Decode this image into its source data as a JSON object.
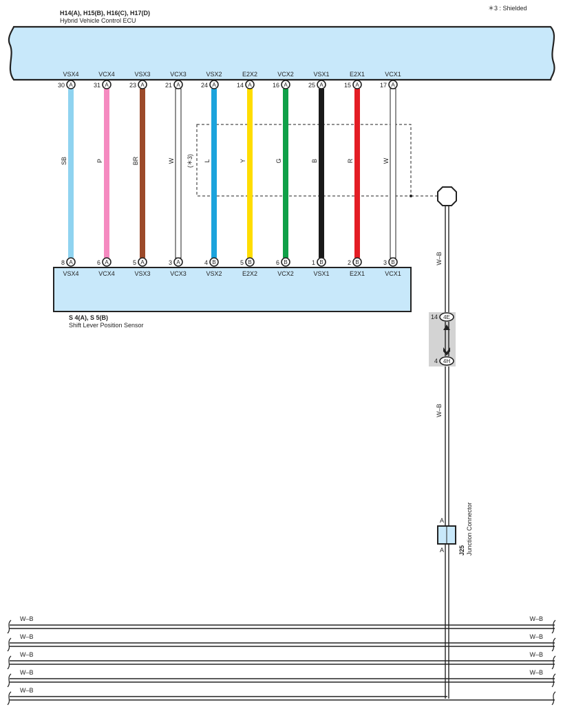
{
  "note": "＊3 : Shielded",
  "ecu": {
    "connectors": "H14(A), H15(B), H16(C), H17(D)",
    "name": "Hybrid Vehicle Control ECU"
  },
  "sensor": {
    "connectors": "S 4(A), S 5(B)",
    "name": "Shift Lever Position Sensor"
  },
  "shield_marker": "(＊3)",
  "wires": [
    {
      "signal": "VSX4",
      "top_pin": "30",
      "top_conn": "A",
      "color_code": "SB",
      "bottom_pin": "8",
      "bottom_conn": "A",
      "bottom_signal": "VSX4",
      "color": "#8fd3f0",
      "outline": false
    },
    {
      "signal": "VCX4",
      "top_pin": "31",
      "top_conn": "A",
      "color_code": "P",
      "bottom_pin": "6",
      "bottom_conn": "A",
      "bottom_signal": "VCX4",
      "color": "#f58ac0",
      "outline": false
    },
    {
      "signal": "VSX3",
      "top_pin": "23",
      "top_conn": "A",
      "color_code": "BR",
      "bottom_pin": "5",
      "bottom_conn": "A",
      "bottom_signal": "VSX3",
      "color": "#9c4a2a",
      "outline": false
    },
    {
      "signal": "VCX3",
      "top_pin": "21",
      "top_conn": "A",
      "color_code": "W",
      "bottom_pin": "3",
      "bottom_conn": "A",
      "bottom_signal": "VCX3",
      "color": "#ffffff",
      "outline": true
    },
    {
      "signal": "VSX2",
      "top_pin": "24",
      "top_conn": "A",
      "color_code": "L",
      "bottom_pin": "4",
      "bottom_conn": "B",
      "bottom_signal": "VSX2",
      "color": "#1ba3dc",
      "outline": false
    },
    {
      "signal": "E2X2",
      "top_pin": "14",
      "top_conn": "A",
      "color_code": "Y",
      "bottom_pin": "5",
      "bottom_conn": "B",
      "bottom_signal": "E2X2",
      "color": "#ffdd00",
      "outline": false
    },
    {
      "signal": "VCX2",
      "top_pin": "16",
      "top_conn": "A",
      "color_code": "G",
      "bottom_pin": "6",
      "bottom_conn": "B",
      "bottom_signal": "VCX2",
      "color": "#0fa048",
      "outline": false
    },
    {
      "signal": "VSX1",
      "top_pin": "25",
      "top_conn": "A",
      "color_code": "B",
      "bottom_pin": "1",
      "bottom_conn": "B",
      "bottom_signal": "VSX1",
      "color": "#1a1a1a",
      "outline": false
    },
    {
      "signal": "E2X1",
      "top_pin": "15",
      "top_conn": "A",
      "color_code": "R",
      "bottom_pin": "2",
      "bottom_conn": "B",
      "bottom_signal": "E2X1",
      "color": "#e31d24",
      "outline": false
    },
    {
      "signal": "VCX1",
      "top_pin": "17",
      "top_conn": "A",
      "color_code": "W",
      "bottom_pin": "3",
      "bottom_conn": "B",
      "bottom_signal": "VCX1",
      "color": "#ffffff",
      "outline": true
    }
  ],
  "ground_wire": {
    "code_upper": "W–B",
    "code_lower": "W–B",
    "conn_4e_pin": "14",
    "conn_4e_label": "4E",
    "conn_4h_pin": "4",
    "conn_4h_label": "4H"
  },
  "junction": {
    "id": "J25",
    "name": "Junction Connector",
    "top_label": "A",
    "bottom_label": "A"
  },
  "bus_lines": [
    {
      "left": "W–B",
      "right": "W–B"
    },
    {
      "left": "W–B",
      "right": "W–B"
    },
    {
      "left": "W–B",
      "right": "W–B"
    },
    {
      "left": "W–B",
      "right": "W–B"
    },
    {
      "left": "W–B",
      "right": ""
    }
  ]
}
